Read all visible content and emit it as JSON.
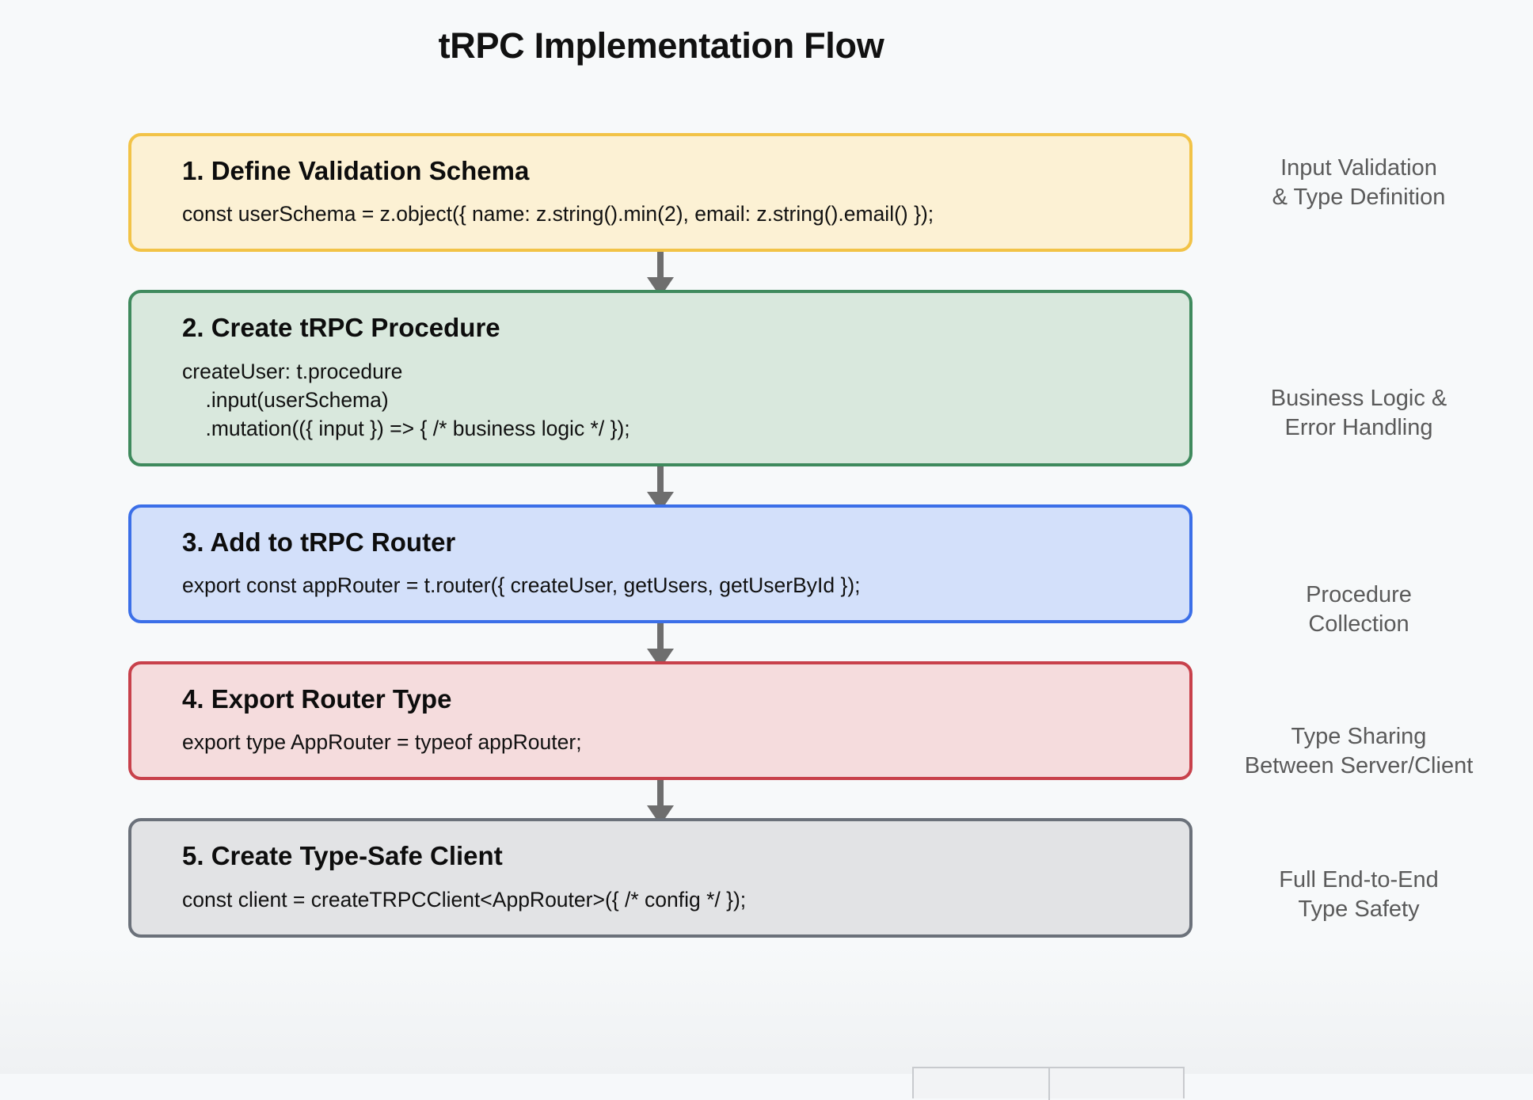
{
  "title": "tRPC Implementation Flow",
  "colors": {
    "background": "#f6f8fa",
    "arrow": "#6e6e6e",
    "annotation_text": "#5a5a5a",
    "step1_border": "#f2c347",
    "step1_fill": "#fcf1d4",
    "step2_border": "#3f8a5d",
    "step2_fill": "#d9e8dd",
    "step3_border": "#3b6fe8",
    "step3_fill": "#d3e0fa",
    "step4_border": "#c8414b",
    "step4_fill": "#f5dcdd",
    "step5_border": "#6b717a",
    "step5_fill": "#e2e3e5"
  },
  "steps": [
    {
      "number": "1.",
      "title": "1. Define Validation Schema",
      "code": "const userSchema = z.object({ name: z.string().min(2), email: z.string().email() });",
      "annotation": "Input Validation\n& Type Definition"
    },
    {
      "number": "2.",
      "title": "2. Create tRPC Procedure",
      "code": "createUser: t.procedure\n    .input(userSchema)\n    .mutation(({ input }) => { /* business logic */ });",
      "annotation": "Business Logic &\nError Handling"
    },
    {
      "number": "3.",
      "title": "3. Add to tRPC Router",
      "code": "export const appRouter = t.router({ createUser, getUsers, getUserById });",
      "annotation": "Procedure\nCollection"
    },
    {
      "number": "4.",
      "title": "4. Export Router Type",
      "code": "export type AppRouter = typeof appRouter;",
      "annotation": "Type Sharing\nBetween Server/Client"
    },
    {
      "number": "5.",
      "title": "5. Create Type-Safe Client",
      "code": "const client = createTRPCClient<AppRouter>({ /* config */ });",
      "annotation": "Full End-to-End\nType Safety"
    }
  ]
}
